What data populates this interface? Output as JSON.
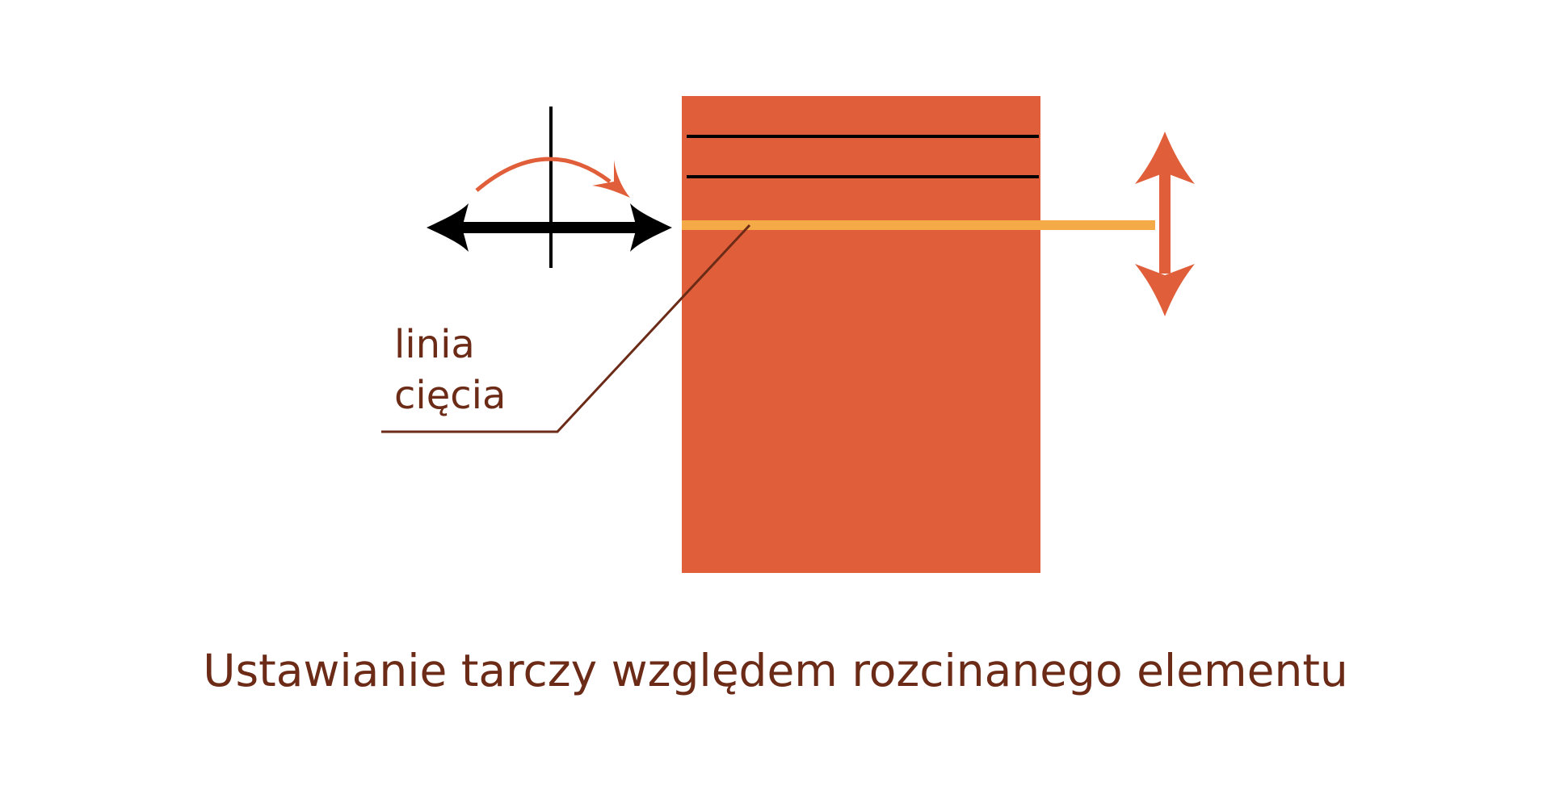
{
  "labels": {
    "cut_line": [
      "linia",
      "cięcia"
    ]
  },
  "caption": "Ustawianie tarczy względem rozcinanego elementu",
  "colors": {
    "background": "#ffffff",
    "workpiece": "#e05f3a",
    "cut_line": "#f3aa47",
    "arrows_orange": "#e05f3a",
    "arrows_black": "#000000",
    "text": "#6b2b17"
  },
  "icons": {
    "horizontal_move": "double-headed-horizontal-arrow",
    "rotation": "curved-rotation-arrow",
    "vertical_move": "double-headed-vertical-arrow"
  }
}
